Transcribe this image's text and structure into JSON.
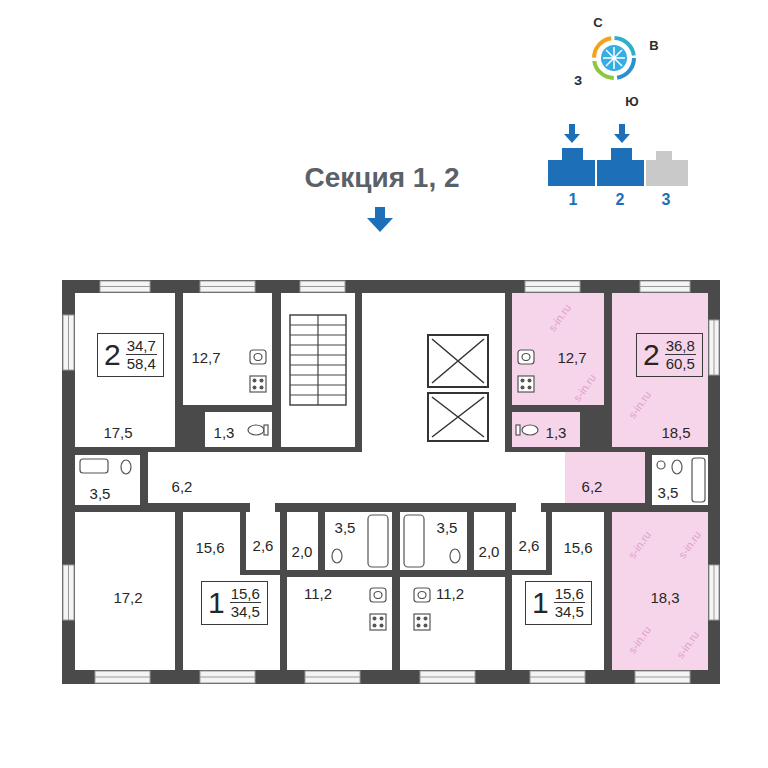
{
  "diagram": {
    "title": "Секция 1, 2",
    "nodes": [
      {
        "text": [
          "2",
          "34,7",
          "58,4"
        ]
      },
      {
        "text": [
          "2",
          "36,8",
          "60,5"
        ]
      },
      {
        "text": [
          "1",
          "15,6",
          "34,5"
        ]
      },
      {
        "text": [
          "1",
          "15,6",
          "34,5"
        ]
      }
    ],
    "labels": [
      "С",
      "В",
      "З",
      "Ю",
      "1",
      "2",
      "3",
      "12,7",
      "17,5",
      "1,3",
      "3,5",
      "6,2",
      "12,7",
      "1,3",
      "18,5",
      "6,2",
      "3,5",
      "17,2",
      "15,6",
      "2,6",
      "2,0",
      "3,5",
      "11,2",
      "3,5",
      "11,2",
      "2,0",
      "2,6",
      "15,6",
      "18,3",
      "s-in.ru",
      "s-in.ru",
      "s-in.ru",
      "s-in.ru",
      "s-in.ru",
      "s-in.ru",
      "s-in.ru"
    ]
  }
}
